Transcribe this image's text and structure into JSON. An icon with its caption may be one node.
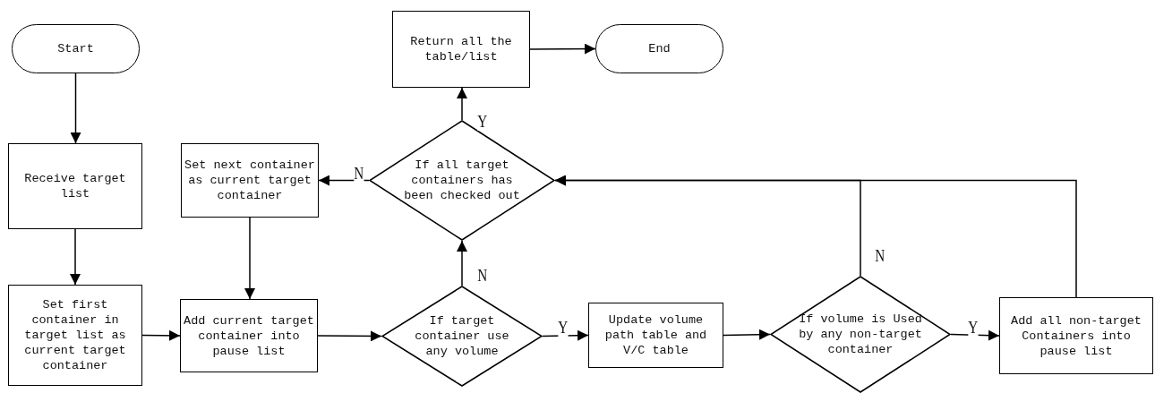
{
  "diagram": {
    "nodes": [
      {
        "text": [
          "Start"
        ]
      },
      {
        "text": [
          "Receive target list"
        ]
      },
      {
        "text": [
          "Set first container in target list  as current target container"
        ]
      },
      {
        "text": [
          "Set next container as current target container"
        ]
      },
      {
        "text": [
          "Add current target container into pause list"
        ]
      },
      {
        "text": [
          "If all target containers has been checked out"
        ]
      },
      {
        "text": [
          "Return all the table/list"
        ]
      },
      {
        "text": [
          "End"
        ]
      },
      {
        "text": [
          "If target container use any volume"
        ]
      },
      {
        "text": [
          "Update volume path table and V/C table"
        ]
      },
      {
        "text": [
          "If volume is Used by any non-target container"
        ]
      },
      {
        "text": [
          "Add all non-target Containers into pause list"
        ]
      }
    ],
    "edges": [
      {
        "from": 0,
        "to": 1,
        "arrow": "to"
      },
      {
        "from": 1,
        "to": 2,
        "arrow": "to"
      },
      {
        "from": 2,
        "to": 4,
        "arrow": "to"
      },
      {
        "from": 3,
        "to": 4,
        "arrow": "to"
      },
      {
        "from": 4,
        "to": 8,
        "arrow": "to"
      },
      {
        "from": 8,
        "to": 9,
        "arrow": "to",
        "label": "Y"
      },
      {
        "from": 8,
        "to": 5,
        "arrow": "to",
        "label": "N"
      },
      {
        "from": 5,
        "to": 6,
        "arrow": "to",
        "label": "Y"
      },
      {
        "from": 5,
        "to": 3,
        "arrow": "to",
        "label": "N"
      },
      {
        "from": 6,
        "to": 7,
        "arrow": "to"
      },
      {
        "from": 9,
        "to": 10,
        "arrow": "to"
      },
      {
        "from": 10,
        "to": 11,
        "arrow": "to",
        "label": "Y"
      },
      {
        "from": 10,
        "to": 5,
        "arrow": "to",
        "label": "N"
      },
      {
        "from": 11,
        "to": 5,
        "arrow": "to"
      }
    ]
  }
}
